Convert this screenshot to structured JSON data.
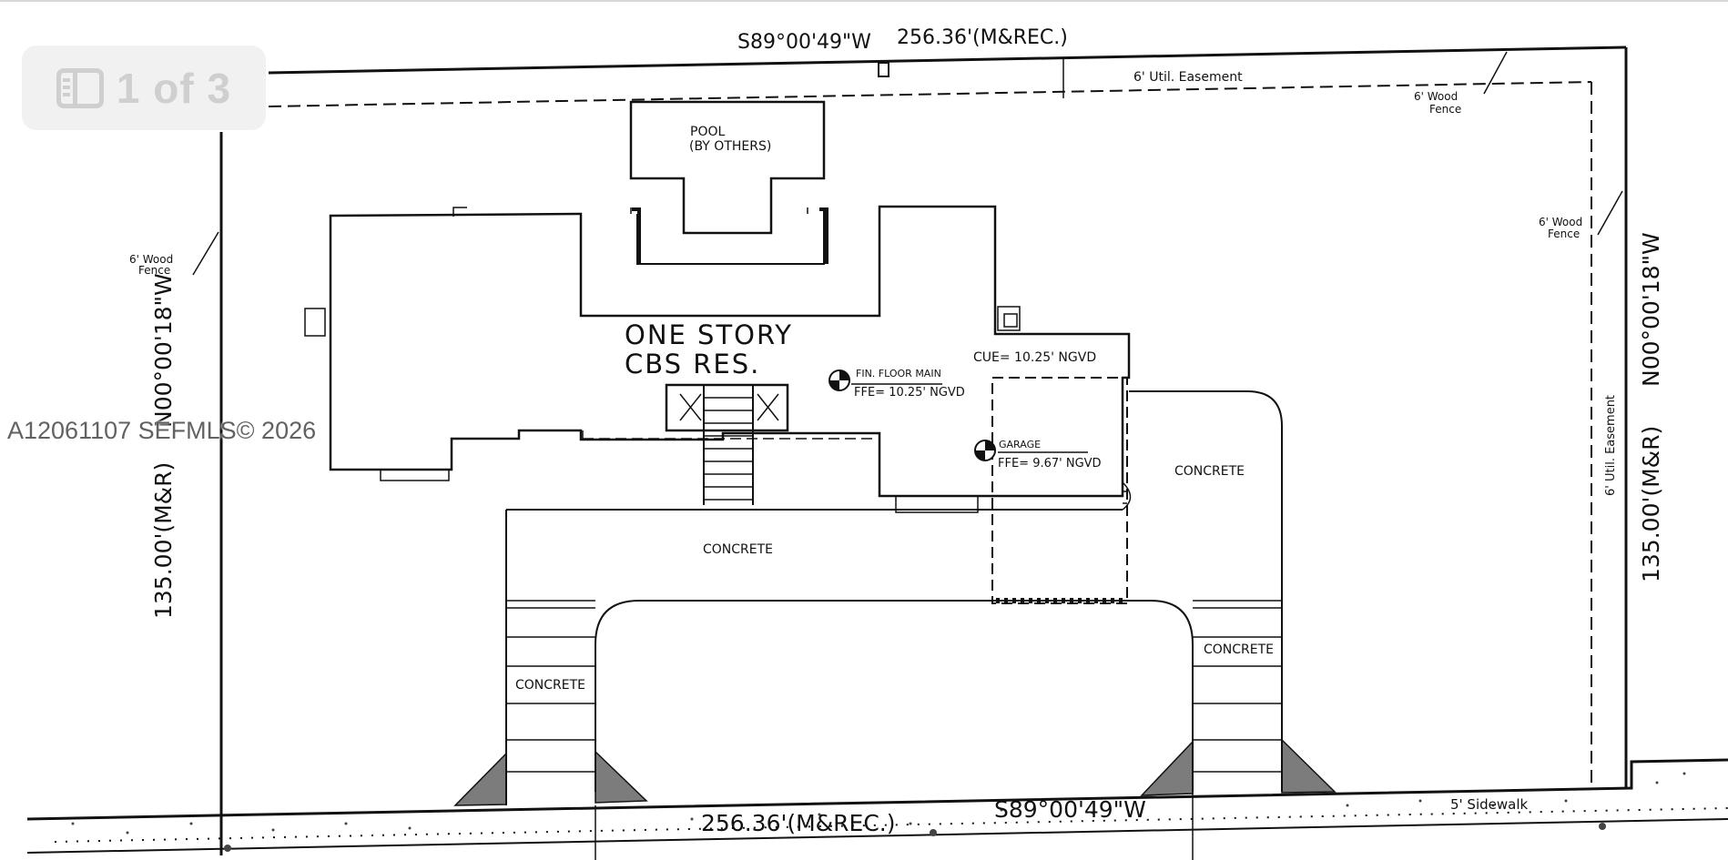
{
  "viewer": {
    "counter": "1 of 3",
    "watermark": "A12061107  SEFMLS© 2026"
  },
  "survey": {
    "top_bearing": "S89°00'49\"W",
    "top_distance": "256.36'(M&REC.)",
    "bottom_distance": "256.36'(M&REC.)",
    "bottom_bearing": "S89°00'49\"W",
    "left_bearing": "N00°00'18\"W",
    "left_distance": "135.00'(M&R)",
    "right_bearing": "N00°00'18\"W",
    "right_distance": "135.00'(M&R)"
  },
  "labels": {
    "util_easement_top": "6' Util. Easement",
    "util_easement_right": "6' Util. Easement",
    "fence_top_right_1": "6' Wood",
    "fence_top_right_2": "Fence",
    "fence_right_1": "6' Wood",
    "fence_right_2": "Fence",
    "fence_left_1": "6' Wood",
    "fence_left_2": "Fence",
    "pool_1": "POOL",
    "pool_2": "(BY OTHERS)",
    "residence_1": "ONE STORY",
    "residence_2": "CBS RES.",
    "fin_floor": "FIN. FLOOR MAIN",
    "ffe_main": "FFE= 10.25' NGVD",
    "cue": "CUE= 10.25' NGVD",
    "garage": "GARAGE",
    "ffe_garage": "FFE= 9.67' NGVD",
    "concrete_patio": "CONCRETE",
    "concrete_side": "CONCRETE",
    "concrete_left": "CONCRETE",
    "concrete_right": "CONCRETE",
    "sidewalk": "5' Sidewalk"
  },
  "colors": {
    "ink": "#111111",
    "background": "#ffffff",
    "counter_bg": "#eeeeee",
    "counter_fg": "#cfcfcf"
  }
}
